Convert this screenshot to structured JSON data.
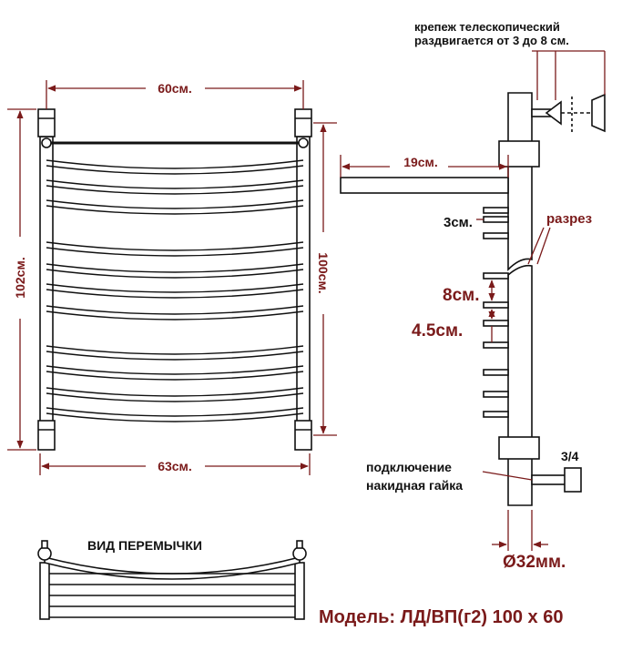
{
  "front_view": {
    "width_top": "60см.",
    "width_bottom": "63см.",
    "height_left": "102см.",
    "height_right": "100см."
  },
  "side_view": {
    "mount_note_line1": "крепеж телескопический",
    "mount_note_line2": "раздвигается от 3 до 8 см.",
    "depth": "19см.",
    "bar_gap": "3см.",
    "cut_label": "разрез",
    "spacing_large": "8см.",
    "spacing_small": "4.5см.",
    "connection_line1": "подключение",
    "connection_line2": "накидная гайка",
    "thread": "3/4",
    "pipe_diameter": "Ø32мм."
  },
  "bridge_view": {
    "label": "ВИД ПЕРЕМЫЧКИ"
  },
  "model": {
    "label": "Модель: ЛД/ВП(г2) 100 х 60"
  },
  "colors": {
    "annotation": "#7a1a1a",
    "line": "#111111"
  }
}
